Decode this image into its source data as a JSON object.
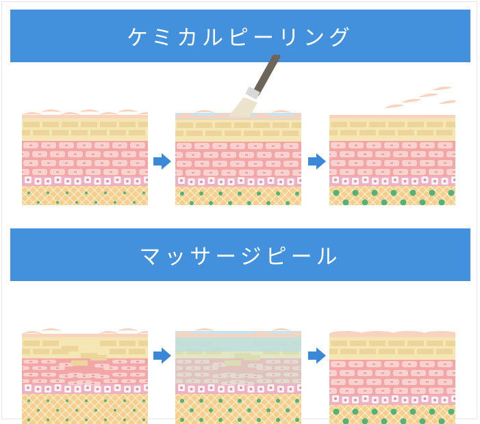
{
  "sections": [
    {
      "title": "ケミカルピーリング",
      "steps": [
        {
          "state": "before",
          "scales": "flat-overlapping",
          "tool": "none",
          "dots": "small"
        },
        {
          "state": "applying-solution",
          "scales": "blue-coated",
          "tool": "brush",
          "dots": "medium"
        },
        {
          "state": "after",
          "scales": "peeling-off",
          "tool": "none",
          "dots": "large"
        }
      ]
    },
    {
      "title": "マッサージピール",
      "steps": [
        {
          "state": "before-wrinkle",
          "scales": "wrinkled",
          "tool": "none",
          "dots": "small"
        },
        {
          "state": "applying-massage",
          "scales": "blue-coated-wrinkled",
          "tool": "none",
          "dots": "medium"
        },
        {
          "state": "after",
          "scales": "smooth",
          "tool": "none",
          "dots": "large"
        }
      ]
    }
  ],
  "icons": {
    "step_arrow": "arrow-right-icon",
    "brush": "brush-icon"
  },
  "colors": {
    "banner": "#4391dc",
    "banner_text": "#ffffff",
    "arrow": "#3b87d8",
    "stratum_corneum": "#f8d3be",
    "granular_bg": "#f6e6b4",
    "granular_brick": "#ecd59a",
    "spinous_bg": "#f2a6a6",
    "spinous_cell": "#f9d2d0",
    "basal_bg": "#eeb0c4",
    "basal_cell": "#fdf2f2",
    "dermis": "#f6cf8c",
    "dermis_lines": "#fff4e2",
    "fibroblast": "#4fb37a",
    "solution": "#a9d8ec"
  }
}
